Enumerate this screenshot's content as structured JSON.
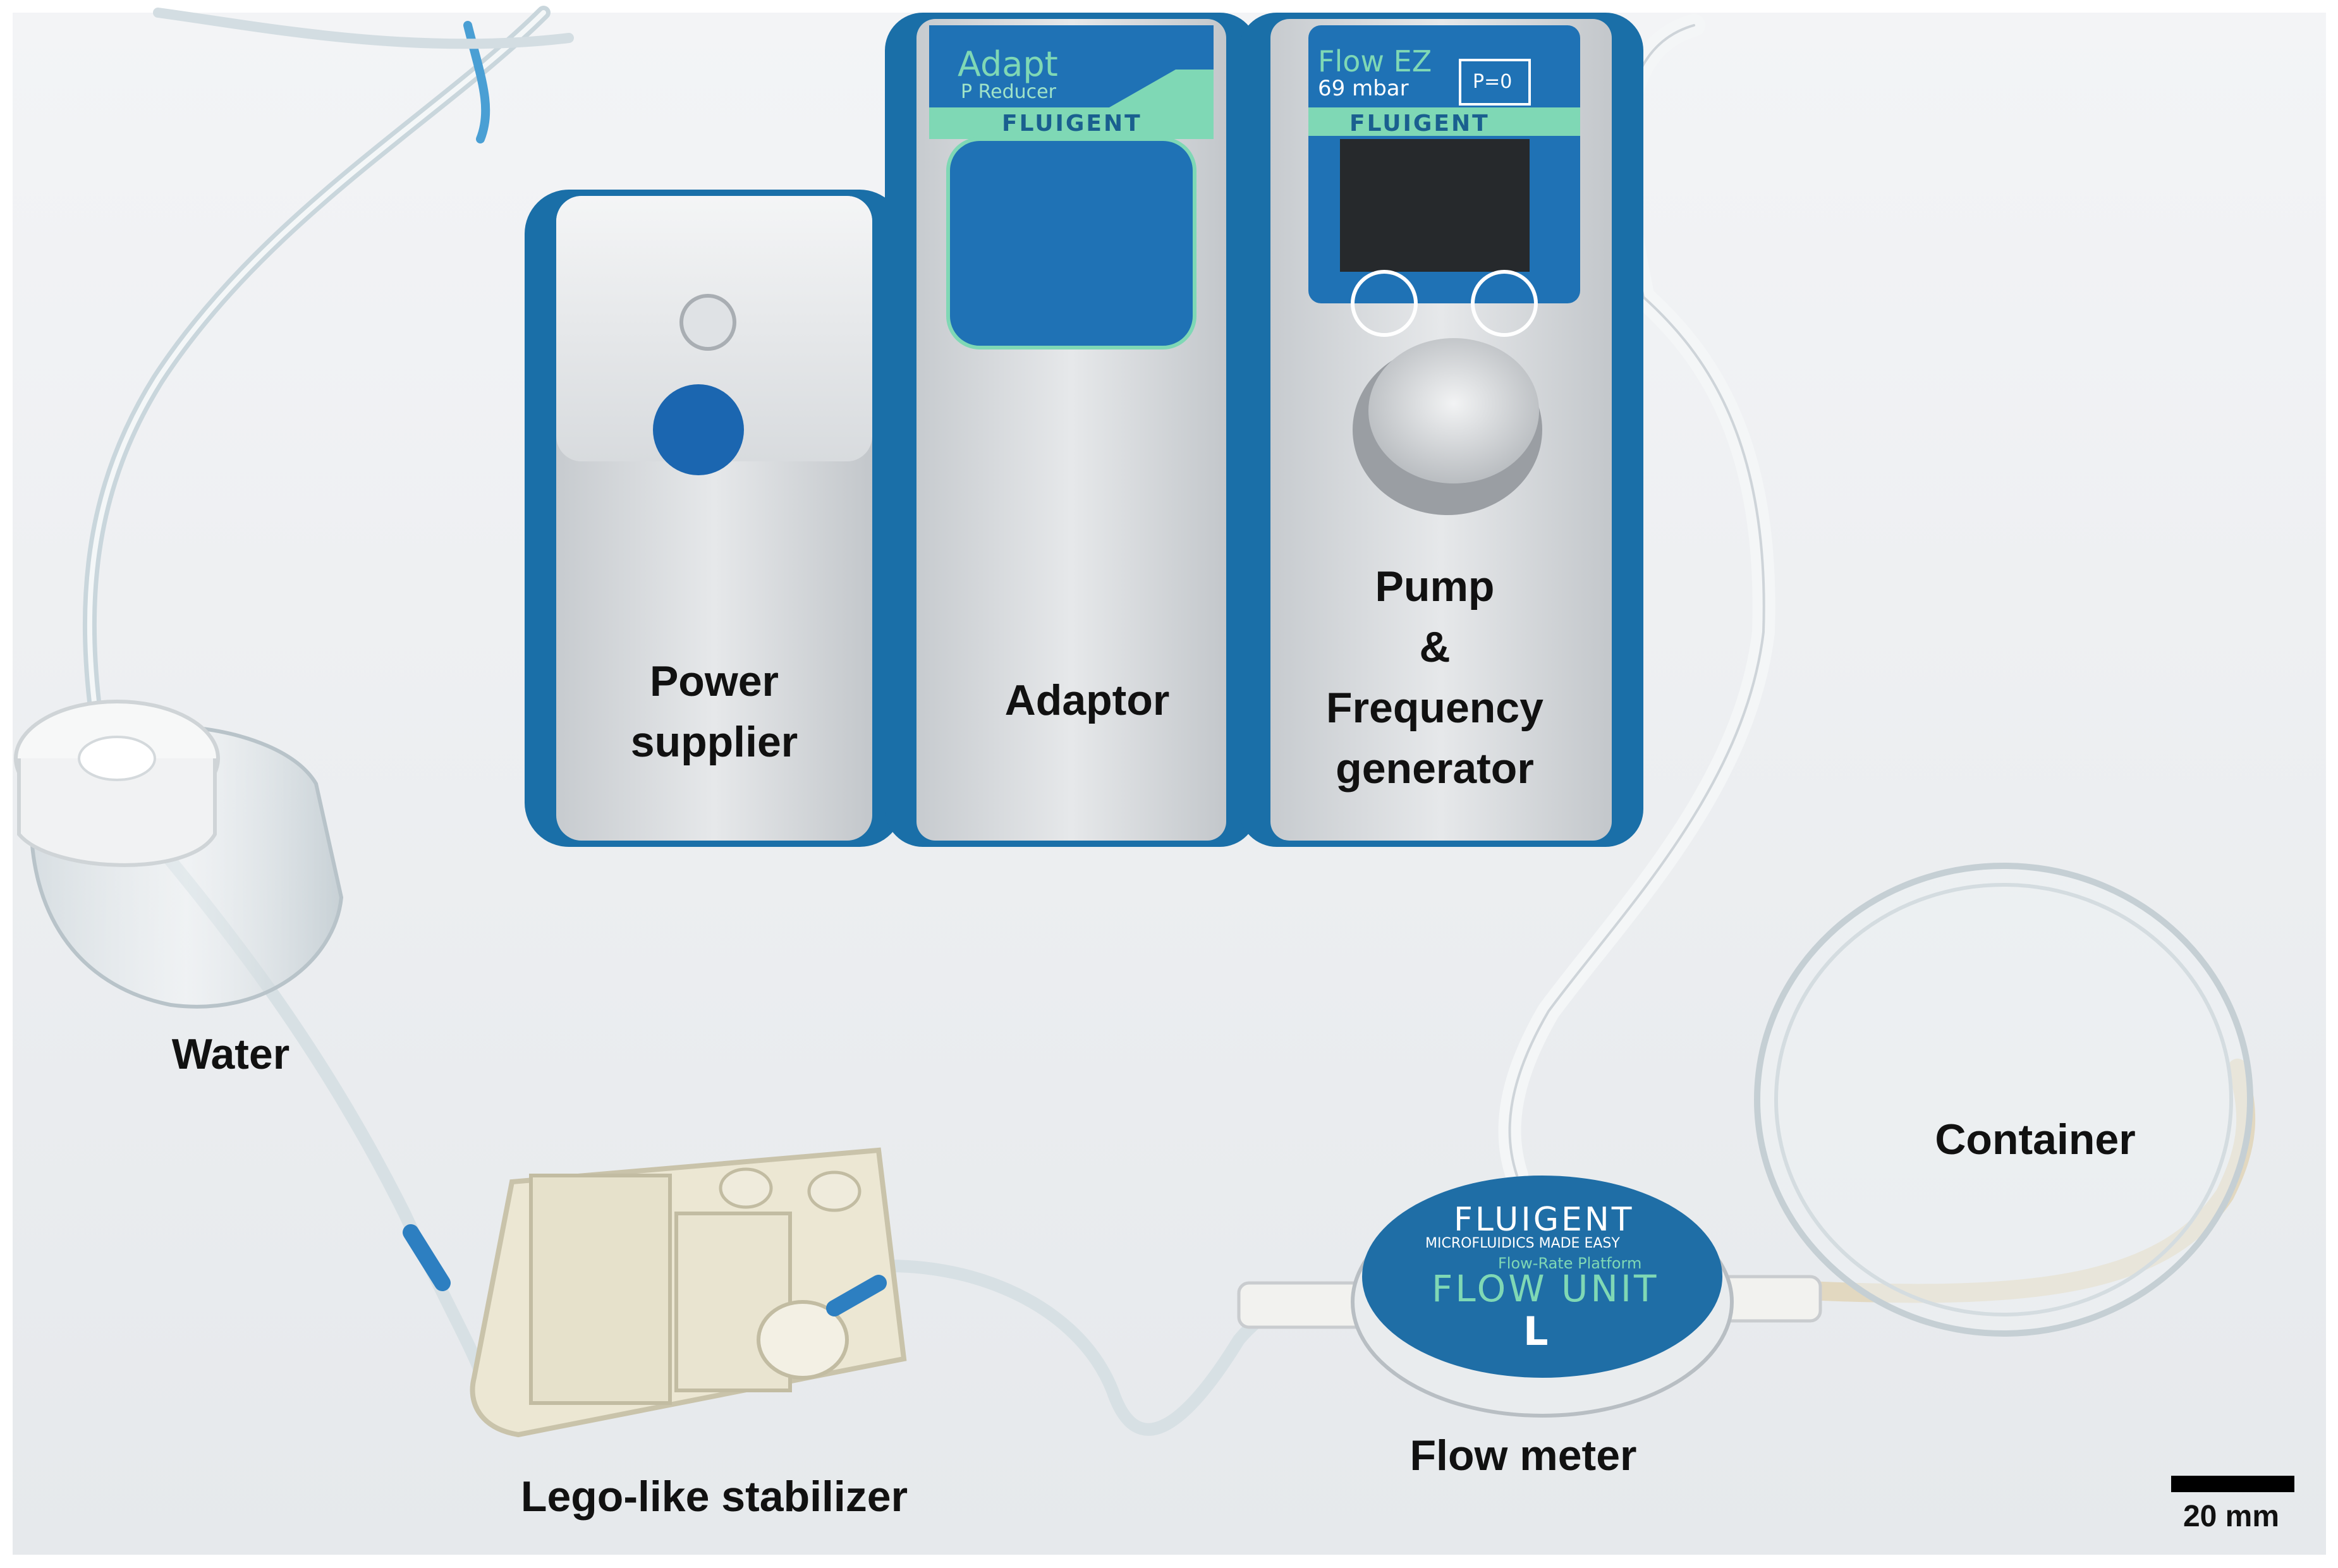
{
  "labels": {
    "power_supplier": "Power\nsupplier",
    "adaptor": "Adaptor",
    "pump": "Pump\n&\nFrequency\ngenerator",
    "water": "Water",
    "stabilizer": "Lego-like stabilizer",
    "flow_meter": "Flow meter",
    "container": "Container"
  },
  "scale_bar": {
    "label": "20 mm"
  },
  "device_markings": {
    "adapt_title": "Adapt",
    "adapt_sub": "P Reducer",
    "brand": "FLUIGENT",
    "flow_ez_title": "Flow EZ",
    "flow_ez_reading": "69 mbar",
    "flow_ez_button": "P=0",
    "flow_unit_brand": "FLUIGENT",
    "flow_unit_tagline": "MICROFLUIDICS MADE EASY",
    "flow_unit_platform": "Flow-Rate Platform",
    "flow_unit_name": "FLOW UNIT",
    "flow_unit_size": "L"
  },
  "colors": {
    "device_blue": "#1a6fa8",
    "screen_blue": "#1f72b5",
    "mint": "#7fd8b5",
    "aluminum": "#d6dadd",
    "background": "#eef0f2"
  }
}
